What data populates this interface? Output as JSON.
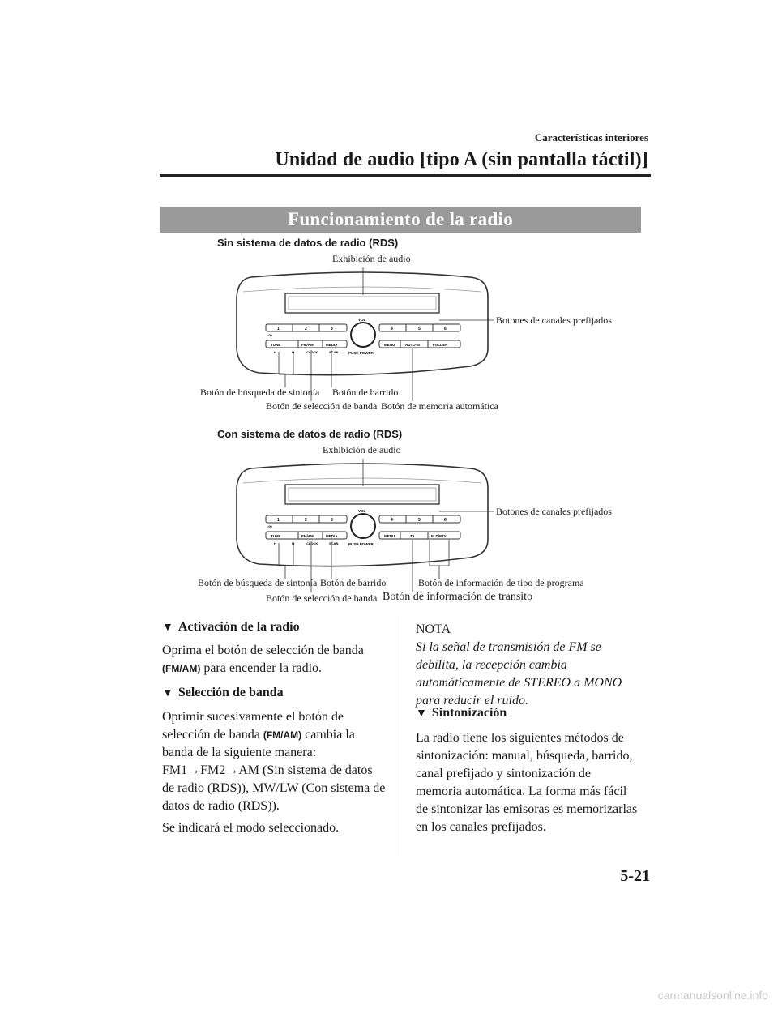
{
  "header": {
    "section": "Características interiores",
    "title": "Unidad de audio [tipo A (sin pantalla táctil)]"
  },
  "banner": "Funcionamiento de la radio",
  "diagram1": {
    "title": "Sin sistema de datos de radio (RDS)",
    "callouts": {
      "audio_display": "Exhibición de audio",
      "preset_buttons": "Botones de canales prefijados",
      "seek_button": "Botón de búsqueda de sintonía",
      "scan_button": "Botón de barrido",
      "band_button": "Botón de selección de banda",
      "auto_memory_button": "Botón de memoria automática"
    },
    "panel": {
      "presets": [
        "1",
        "2",
        "3",
        "4",
        "5",
        "6"
      ],
      "preset_sub": ":00",
      "vol": "VOL",
      "push_power": "PUSH POWER",
      "left_buttons": [
        "TUNE",
        "FM/AM",
        "MEDIA"
      ],
      "left_sublabels": [
        "H",
        "M",
        "CLOCK",
        "SCAN"
      ],
      "right_buttons": [
        "MENU",
        "AUTO-M",
        "FOLDER"
      ]
    }
  },
  "diagram2": {
    "title": "Con sistema de datos de radio (RDS)",
    "callouts": {
      "audio_display": "Exhibición de audio",
      "preset_buttons": "Botones de canales prefijados",
      "seek_button": "Botón de búsqueda de sintonía",
      "scan_button": "Botón de barrido",
      "program_type_button": "Botón de información de tipo de programa",
      "band_button": "Botón de selección de banda",
      "traffic_button": "Botón de información de transito"
    },
    "panel": {
      "presets": [
        "1",
        "2",
        "3",
        "4",
        "5",
        "6"
      ],
      "preset_sub": ":00",
      "vol": "VOL",
      "push_power": "PUSH POWER",
      "left_buttons": [
        "TUNE",
        "FM/AM",
        "MEDIA"
      ],
      "left_sublabels": [
        "H",
        "M",
        "CLOCK",
        "SCAN"
      ],
      "right_buttons": [
        "MENU",
        "TA",
        "FLD/PTY"
      ]
    }
  },
  "left_column": {
    "activation": {
      "heading": "Activación de la radio",
      "text_1": "Oprima el botón de selección de banda",
      "button": "(FM/AM)",
      "text_2": " para encender la radio."
    },
    "band": {
      "heading": "Selección de banda",
      "line_1": "Oprimir sucesivamente el botón de",
      "line_2a": "selección de banda ",
      "button": "(FM/AM)",
      "line_2b": " cambia la",
      "line_3": "banda de la siguiente manera:",
      "line_4": "FM1→FM2→AM (Sin sistema de datos",
      "line_5": "de radio (RDS)), MW/LW (Con sistema de",
      "line_6": "datos de radio (RDS)).",
      "indicated": "Se indicará el modo seleccionado."
    }
  },
  "right_column": {
    "note": {
      "label": "NOTA",
      "lines": [
        "Si la señal de transmisión de FM se",
        "debilita, la recepción cambia",
        "automáticamente de STEREO a MONO",
        "para reducir el ruido."
      ]
    },
    "tuning": {
      "heading": "Sintonización",
      "lines": [
        "La radio tiene los siguientes métodos de",
        "sintonización: manual, búsqueda, barrido,",
        "canal prefijado y sintonización de",
        "memoria automática. La forma más fácil",
        "de sintonizar las emisoras es memorizarlas",
        "en los canales prefijados."
      ]
    }
  },
  "page_number": "5-21",
  "watermark": "carmanualsonline.info"
}
